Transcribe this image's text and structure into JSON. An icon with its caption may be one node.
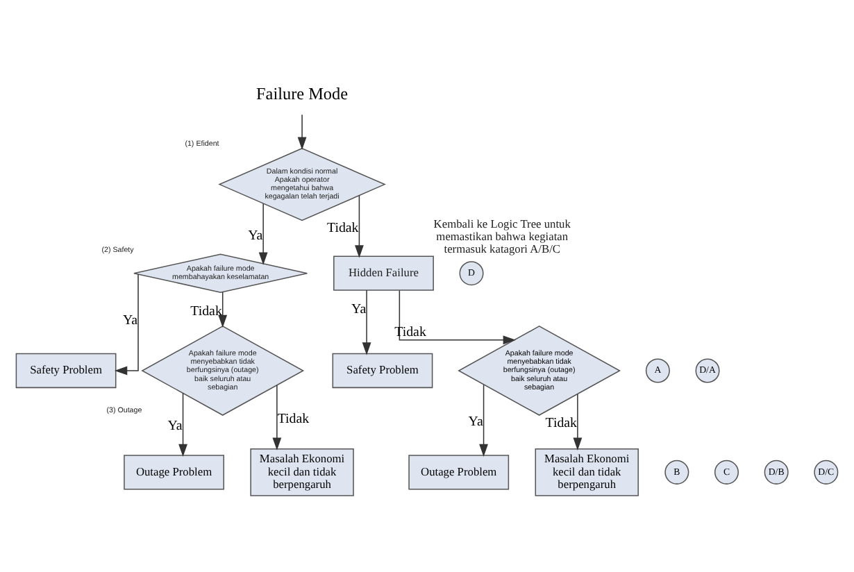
{
  "diagram": {
    "nodes": [
      {
        "text": [
          "Failure Mode"
        ]
      },
      {
        "text": [
          "Dalam kondisi normal Apakah operator mengetahui bahwa kegagalan telah terjadi"
        ],
        "beside": [
          "(1) Efident"
        ]
      },
      {
        "text": [
          "Apakah failure mode membahayakan keselamatan"
        ],
        "beside": [
          "(2) Safety"
        ]
      },
      {
        "text": [
          "Safety Problem"
        ]
      },
      {
        "text": [
          "Apakah failure mode menyebabkan tidak berfungsinya (outage) baik seluruh atau sebagian"
        ],
        "beside": [
          "(3) Outage"
        ]
      },
      {
        "text": [
          "Outage Problem"
        ]
      },
      {
        "text": [
          "Masalah Ekonomi kecil dan tidak berpengaruh"
        ]
      },
      {
        "text": [
          "Hidden Failure"
        ],
        "beside": [
          "Kembali ke Logic Tree untuk memastikan bahwa kegiatan termasuk katagori A/B/C"
        ]
      },
      {
        "text": [
          "Safety Problem"
        ]
      },
      {
        "text": [
          "Apakah failure mode menyebabkan tidak berfungsinya (outage) baik seluruh atau sebagian"
        ]
      },
      {
        "text": [
          "Outage Problem"
        ]
      },
      {
        "text": [
          "Masalah Ekonomi kecil dan tidak berpengaruh"
        ]
      },
      {
        "text": [
          "A"
        ]
      },
      {
        "text": [
          "B"
        ]
      },
      {
        "text": [
          "C"
        ]
      },
      {
        "text": [
          "D"
        ]
      },
      {
        "text": [
          "D/A"
        ]
      },
      {
        "text": [
          "D/B"
        ]
      },
      {
        "text": [
          "D/C"
        ]
      }
    ],
    "edges": [
      {
        "from": 0,
        "to": 1,
        "arrow": "to"
      },
      {
        "from": 1,
        "to": 2,
        "arrow": "to",
        "label": "Ya"
      },
      {
        "from": 1,
        "to": 7,
        "arrow": "to",
        "label": "Tidak"
      },
      {
        "from": 2,
        "to": 3,
        "arrow": "to",
        "label": "Ya"
      },
      {
        "from": 2,
        "to": 4,
        "arrow": "to",
        "label": "Tidak"
      },
      {
        "from": 4,
        "to": 5,
        "arrow": "to",
        "label": "Ya"
      },
      {
        "from": 4,
        "to": 6,
        "arrow": "to",
        "label": "Tidak"
      },
      {
        "from": 7,
        "to": 8,
        "arrow": "to",
        "label": "Ya"
      },
      {
        "from": 7,
        "to": 9,
        "arrow": "to",
        "label": "Tidak"
      },
      {
        "from": 9,
        "to": 10,
        "arrow": "to",
        "label": "Ya"
      },
      {
        "from": 9,
        "to": 11,
        "arrow": "to",
        "label": "Tidak"
      }
    ]
  }
}
